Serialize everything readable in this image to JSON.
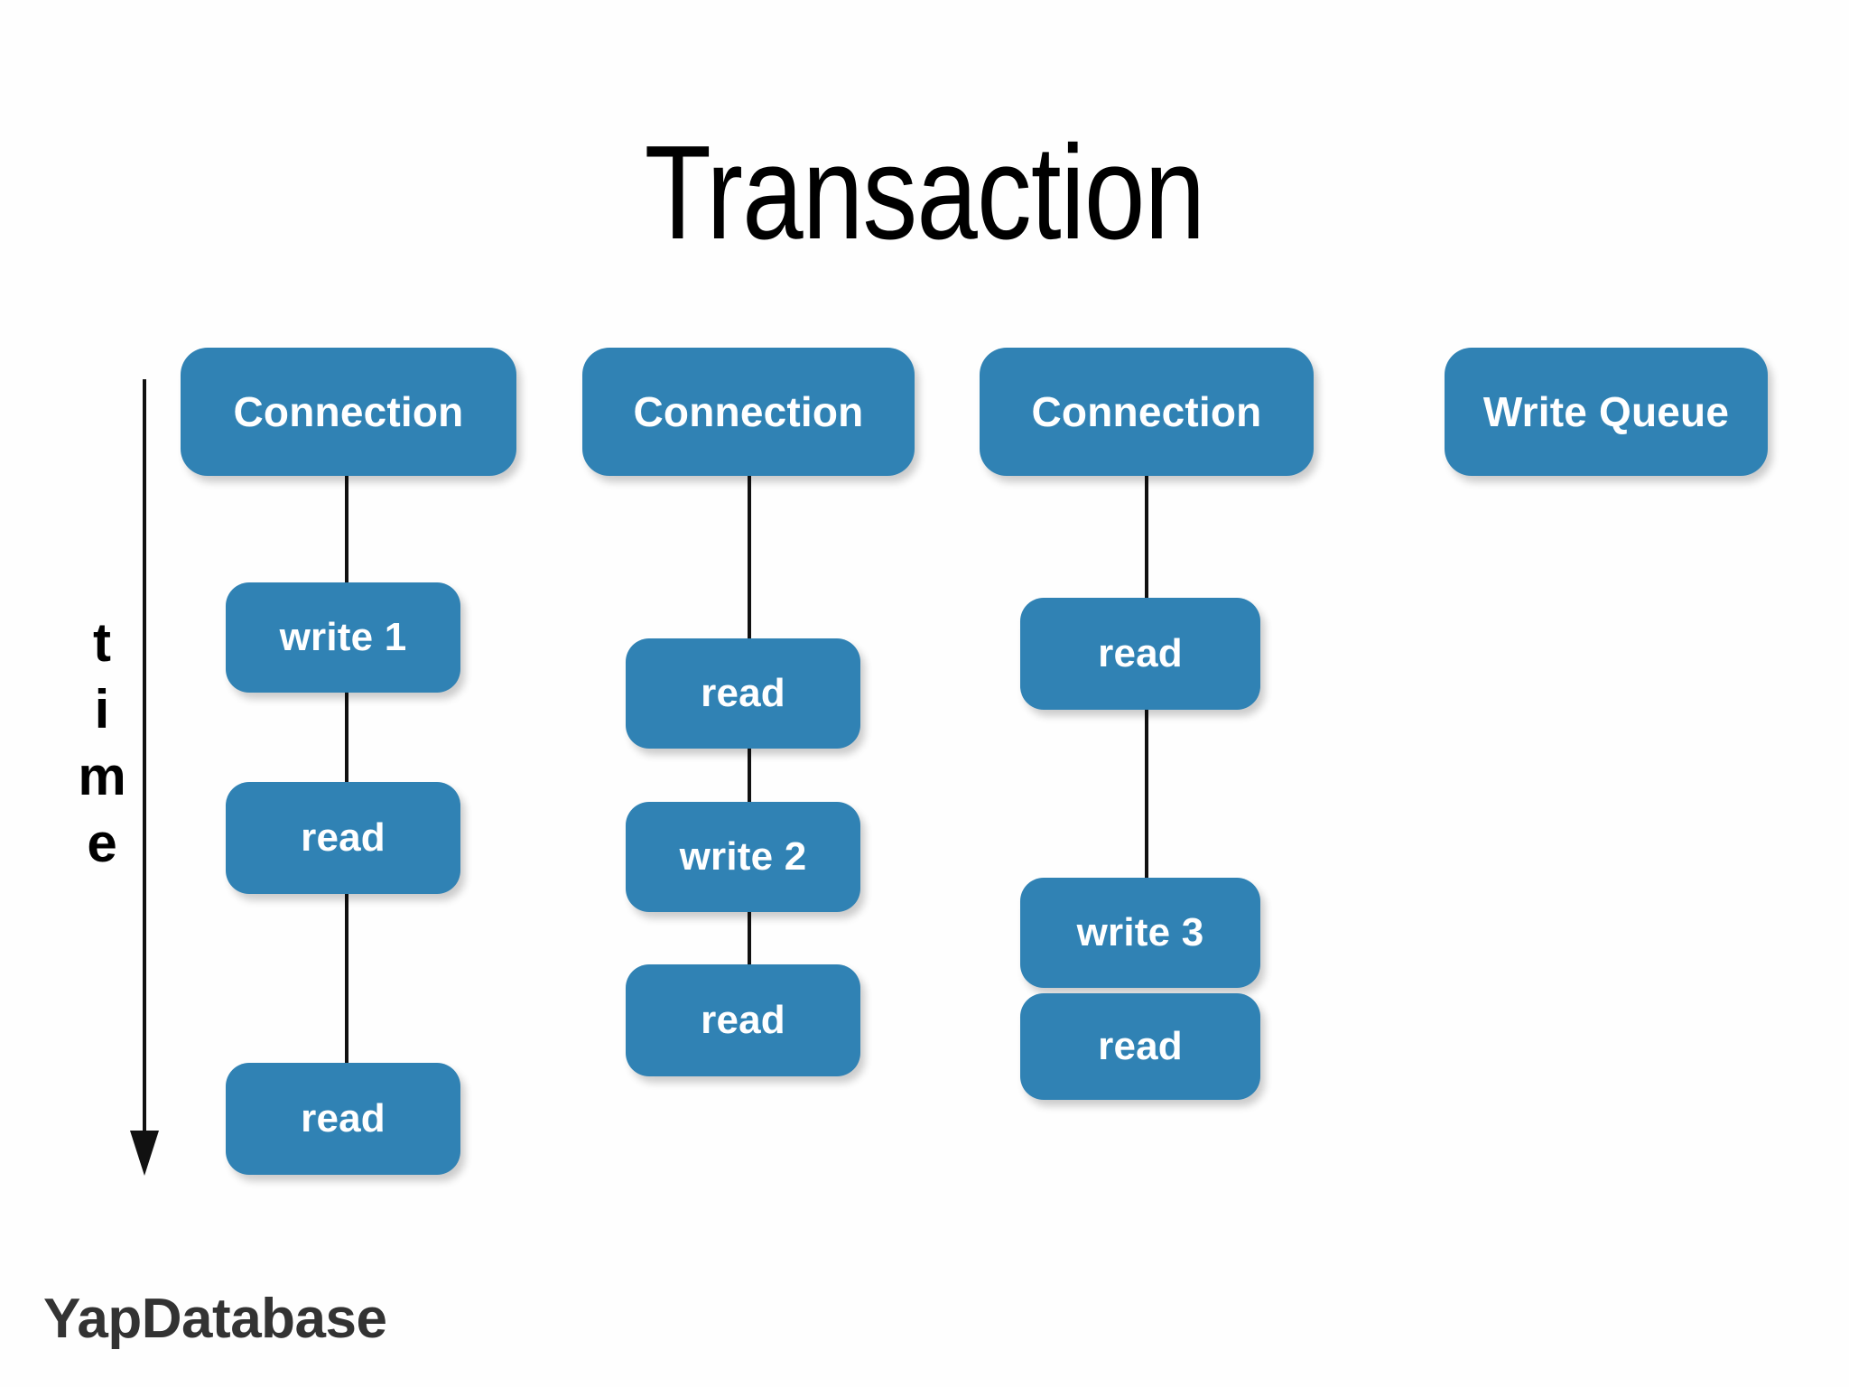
{
  "slide": {
    "title": "Transaction",
    "footer_brand": "YapDatabase",
    "background_color": "#ffffff",
    "node_color": "#3082b4",
    "node_text_color": "#ffffff",
    "line_color": "#111111",
    "title_color": "#000000",
    "footer_color": "#333333"
  },
  "axis": {
    "label_letters": [
      "t",
      "i",
      "m",
      "e"
    ],
    "label_text": "time",
    "direction": "downward",
    "arrow_glyph": "down-arrow"
  },
  "columns": [
    {
      "id": "connection-1",
      "header": "Connection",
      "nodes": [
        {
          "label": "write 1"
        },
        {
          "label": "read"
        },
        {
          "label": "read"
        }
      ]
    },
    {
      "id": "connection-2",
      "header": "Connection",
      "nodes": [
        {
          "label": "read"
        },
        {
          "label": "write 2"
        },
        {
          "label": "read"
        }
      ]
    },
    {
      "id": "connection-3",
      "header": "Connection",
      "nodes": [
        {
          "label": "read"
        },
        {
          "label": "write 3"
        },
        {
          "label": "read"
        }
      ]
    },
    {
      "id": "write-queue",
      "header": "Write Queue",
      "nodes": []
    }
  ]
}
